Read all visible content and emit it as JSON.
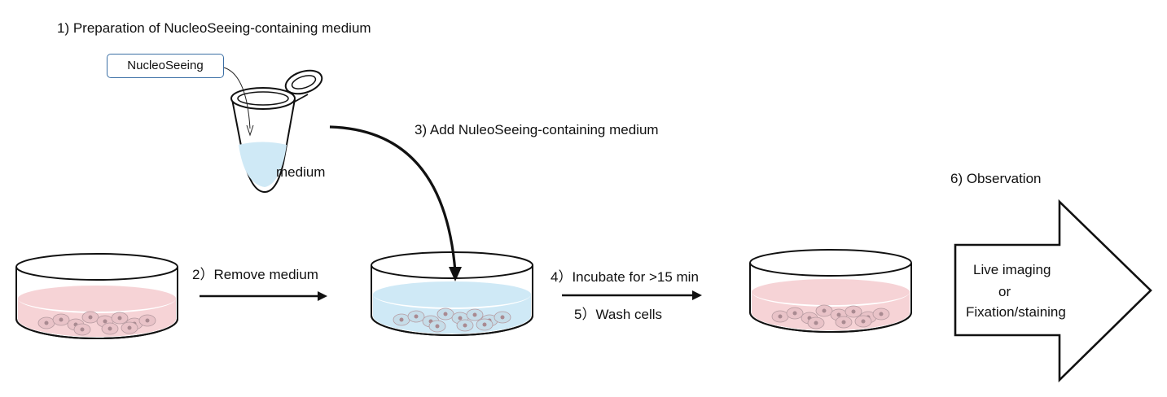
{
  "steps": {
    "step1": "1) Preparation of NucleoSeeing-containing medium",
    "step2": "2）Remove medium",
    "step3": "3) Add NuleoSeeing-containing medium",
    "step4": "4）Incubate for >15 min",
    "step5": "5）Wash cells",
    "step6": "6) Observation"
  },
  "tube": {
    "reagent_label": "NucleoSeeing",
    "medium_label": "medium"
  },
  "observation": {
    "line1": "Live imaging",
    "line2": "or",
    "line3": "Fixation/staining"
  },
  "colors": {
    "medium_pink": "#f6d3d6",
    "medium_blue": "#cfe9f6",
    "cell_pink": "#e9c3c8",
    "cell_blue": "#c6dde9",
    "label_border": "#3b6fa5",
    "line": "#111111"
  }
}
